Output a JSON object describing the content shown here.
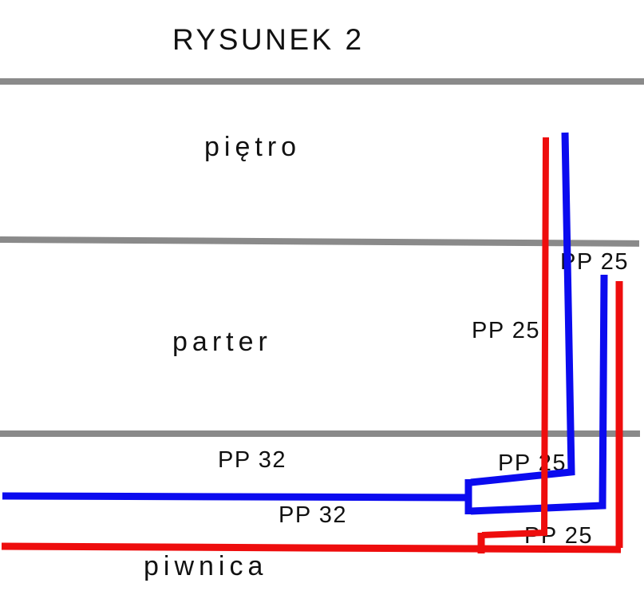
{
  "title": "RYSUNEK 2",
  "colors": {
    "cold_pipe": "#0b0bef",
    "hot_pipe": "#ee0d0d",
    "floor_slab": "#8a8a8a",
    "text": "#111111",
    "background": "#ffffff"
  },
  "floors": [
    {
      "name": "piętro"
    },
    {
      "name": "parter"
    },
    {
      "name": "piwnica"
    }
  ],
  "pipe_labels": [
    {
      "text": "PP 25",
      "location": "parter-right-risers"
    },
    {
      "text": "PP 25",
      "location": "parter-main-risers"
    },
    {
      "text": "PP 25",
      "location": "cold-branch-junction"
    },
    {
      "text": "PP 25",
      "location": "hot-branch-junction"
    },
    {
      "text": "PP 32",
      "location": "cold-main-run"
    },
    {
      "text": "PP 32",
      "location": "hot-main-run"
    }
  ]
}
